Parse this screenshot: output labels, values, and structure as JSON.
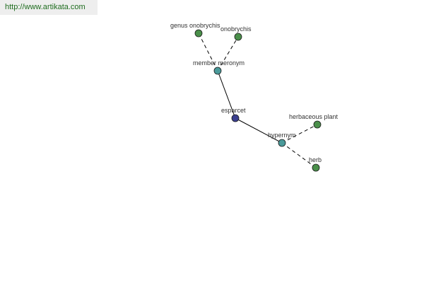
{
  "source": {
    "url": "http://www.artikata.com"
  },
  "colors": {
    "root": "#3a3f8f",
    "relation": "#4a9a9a",
    "leaf": "#4a8f4a",
    "edge": "#000000",
    "link": "#1f6d1f"
  },
  "nodes": [
    {
      "id": "esparcet",
      "label": "esparcet",
      "kind": "root"
    },
    {
      "id": "member-meronym",
      "label": "member meronym",
      "kind": "relation"
    },
    {
      "id": "hypernym",
      "label": "hypernym",
      "kind": "relation"
    },
    {
      "id": "genus-onobrychis",
      "label": "genus onobrychis",
      "kind": "leaf"
    },
    {
      "id": "onobrychis",
      "label": "onobrychis",
      "kind": "leaf"
    },
    {
      "id": "herbaceous-plant",
      "label": "herbaceous plant",
      "kind": "leaf"
    },
    {
      "id": "herb",
      "label": "herb",
      "kind": "leaf"
    }
  ],
  "edges": [
    {
      "from": "esparcet",
      "to": "member-meronym",
      "style": "solid"
    },
    {
      "from": "esparcet",
      "to": "hypernym",
      "style": "solid"
    },
    {
      "from": "member-meronym",
      "to": "genus-onobrychis",
      "style": "dashed"
    },
    {
      "from": "member-meronym",
      "to": "onobrychis",
      "style": "dashed"
    },
    {
      "from": "hypernym",
      "to": "herbaceous-plant",
      "style": "dashed"
    },
    {
      "from": "hypernym",
      "to": "herb",
      "style": "dashed"
    }
  ]
}
